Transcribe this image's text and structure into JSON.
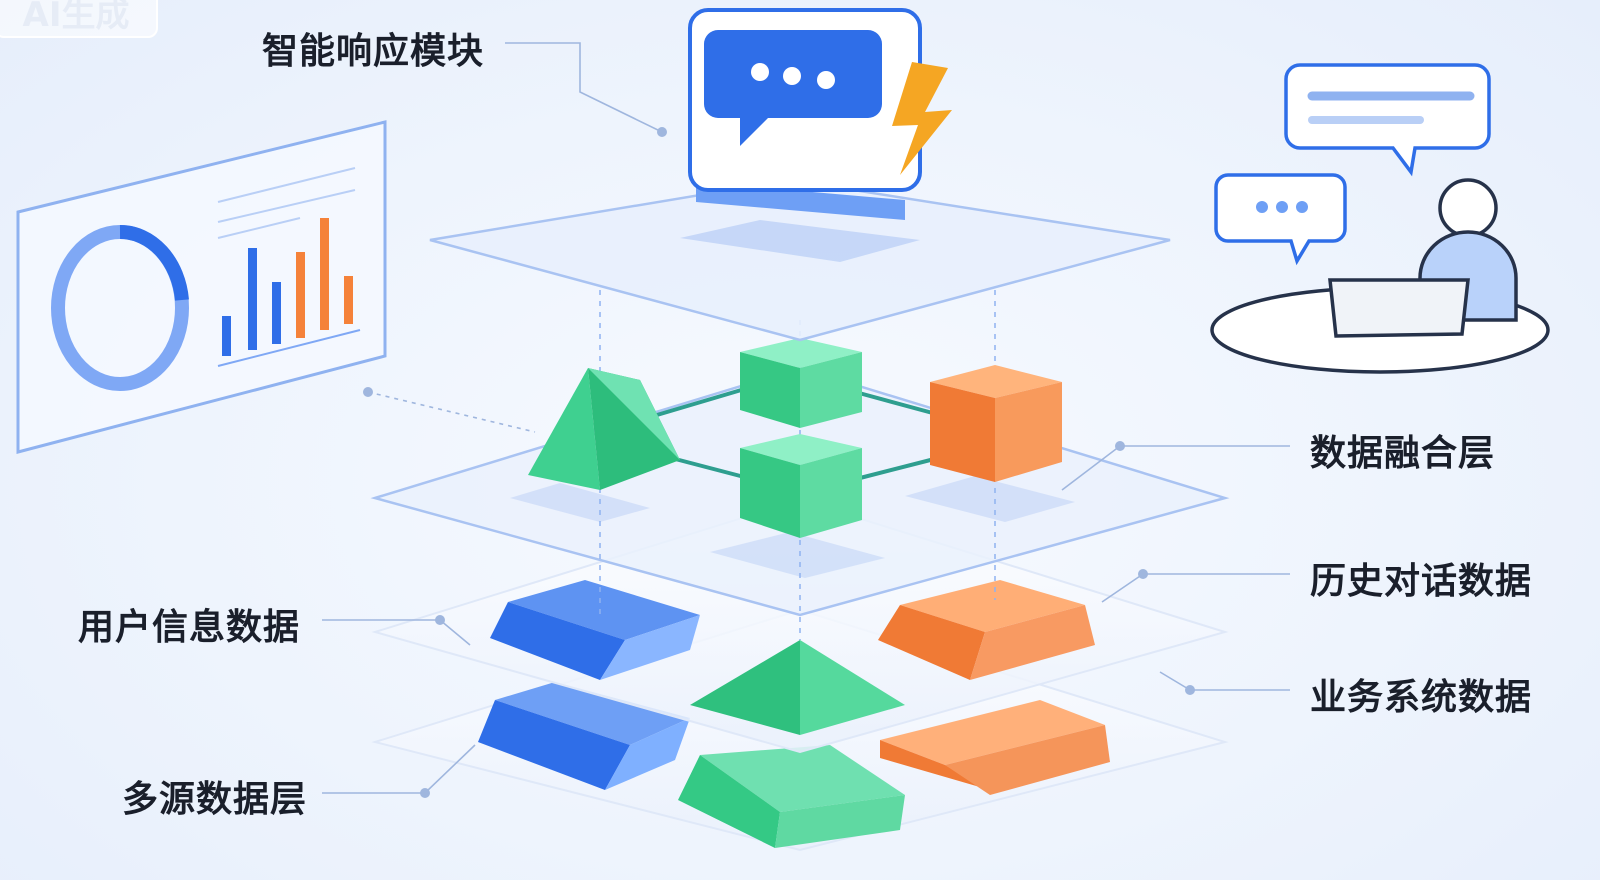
{
  "watermark": "AI生成",
  "labels": {
    "smart_response": "智能响应模块",
    "data_fusion": "数据融合层",
    "history_dialog": "历史对话数据",
    "user_info": "用户信息数据",
    "business_system": "业务系统数据",
    "multi_source": "多源数据层"
  },
  "colors": {
    "blue": "#2f6ee8",
    "green": "#3fcf8e",
    "orange": "#f5823a",
    "outline": "#8fb2f0",
    "lightning": "#f5a623"
  },
  "icons": [
    "dashboard-chart-icon",
    "chat-bubble-icon",
    "lightning-icon",
    "user-at-laptop-icon"
  ]
}
